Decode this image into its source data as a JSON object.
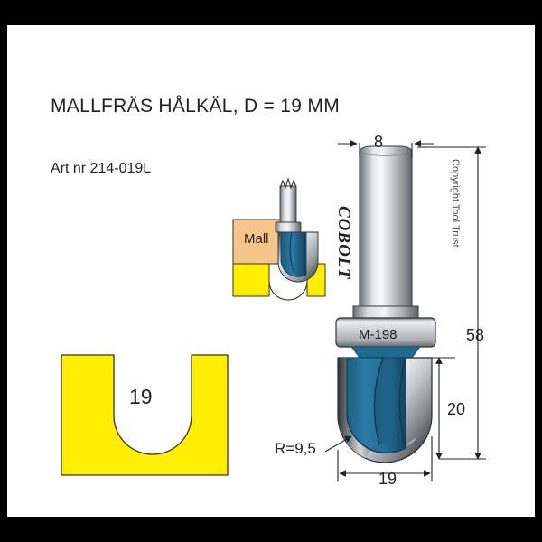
{
  "sheet": {
    "title": "MALLFRÄS HÅLKÄL, D = 19 MM",
    "article_number": "Art nr 214-019L",
    "background_color": "#ffffff",
    "frame_color": "#000000"
  },
  "profile": {
    "name": "cove-profile-cross-section",
    "width_label": "19",
    "fill_color": "#ffee00",
    "outline_color": "#3d3118"
  },
  "template_diagram": {
    "template_label": "Mall",
    "template_color": "#f5c68c",
    "workpiece_color": "#ffee00",
    "groove_color": "#ffffff"
  },
  "router_bit": {
    "brand": "COBOLT",
    "collar_marking": "M-198",
    "shank_color": "#b8bcc0",
    "flute_color": "#1f6a93",
    "flute_dark_color": "#165073",
    "carbide_color": "#d8dcdf"
  },
  "dimensions": {
    "shank_diameter": "8",
    "total_length": "58",
    "cutter_length": "20",
    "cutter_diameter": "19",
    "radius": "R=9,5"
  },
  "copyright": {
    "text": "Copyright Tool Trust"
  }
}
